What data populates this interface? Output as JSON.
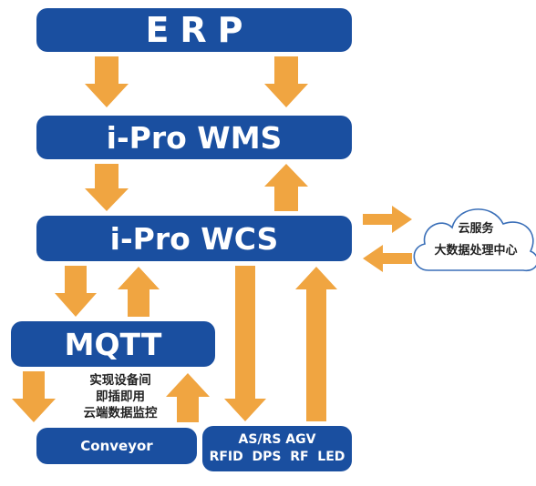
{
  "erp": "ERP",
  "wms": "i-Pro WMS",
  "wcs": "i-Pro WCS",
  "mqtt": "MQTT",
  "note": [
    "实现设备间",
    "即插即用",
    "云端数据监控"
  ],
  "conveyor": "Conveyor",
  "devices": [
    "AS/RS AGV",
    "RFID  DPS  RF  LED"
  ],
  "cloud": [
    "云服务",
    "大数据处理中心"
  ],
  "colors": {
    "box": "#1a4fa0",
    "arrow": "#f0a541",
    "cloud_outline": "#3a6fb8"
  }
}
